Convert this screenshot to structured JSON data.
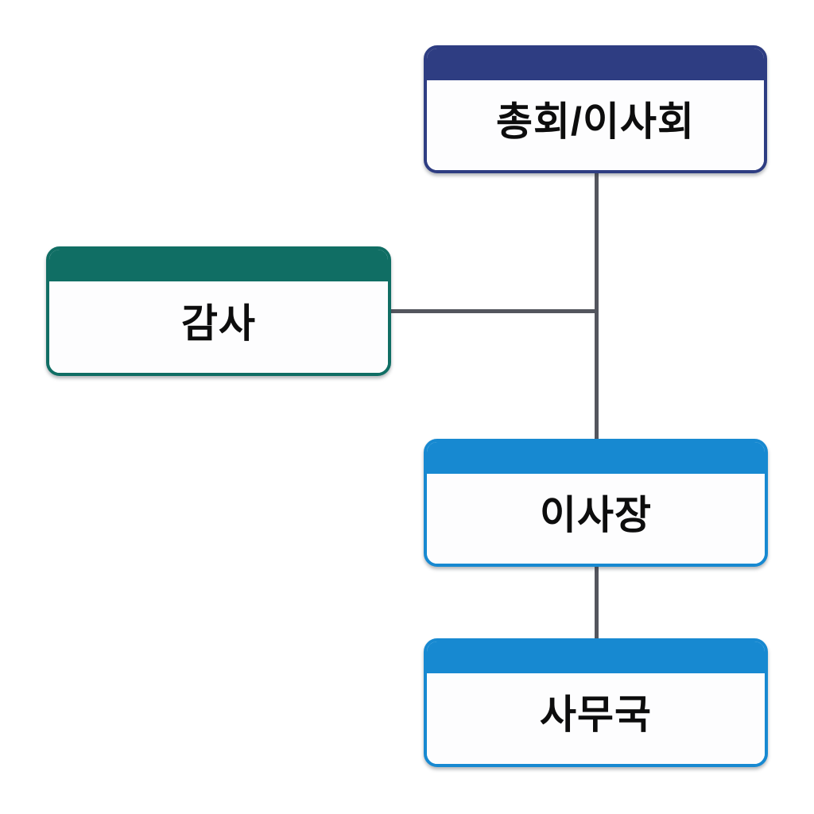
{
  "diagram": {
    "type": "org-chart",
    "connector_color": "#54565E",
    "nodes": [
      {
        "id": "assembly",
        "label": "총회/이사회",
        "accent": "#2E3D82"
      },
      {
        "id": "auditor",
        "label": "감사",
        "accent": "#106E64"
      },
      {
        "id": "chairman",
        "label": "이사장",
        "accent": "#1789D1"
      },
      {
        "id": "secretariat",
        "label": "사무국",
        "accent": "#1789D1"
      }
    ],
    "edges": [
      {
        "from": "assembly",
        "to": "chairman",
        "shape": "vertical"
      },
      {
        "from": "auditor",
        "to": "assembly-chairman-trunk",
        "shape": "horizontal"
      },
      {
        "from": "chairman",
        "to": "secretariat",
        "shape": "vertical"
      }
    ]
  }
}
